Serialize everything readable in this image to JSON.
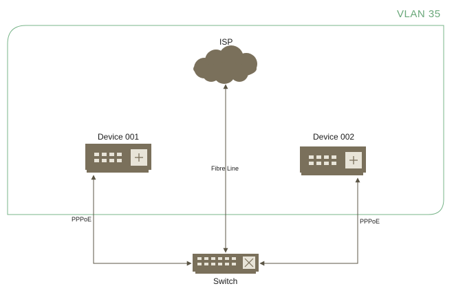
{
  "diagram": {
    "vlan_label": "VLAN 35",
    "isp": {
      "label": "ISP",
      "icon": "cloud-icon"
    },
    "device_001": {
      "label": "Device 001",
      "icon": "router-icon"
    },
    "device_002": {
      "label": "Device 002",
      "icon": "router-icon"
    },
    "switch": {
      "label": "Switch",
      "icon": "switch-icon"
    },
    "connections": [
      {
        "from": "ISP",
        "to": "Switch",
        "label": "Fibre Line"
      },
      {
        "from": "Device 001",
        "to": "Switch",
        "label": "PPPoE"
      },
      {
        "from": "Device 002",
        "to": "Switch",
        "label": "PPPoE"
      }
    ]
  },
  "colors": {
    "vlan_border": "#78b489",
    "vlan_text": "#6aa87a",
    "device_body": "#7a705b",
    "device_highlight": "#e8e4d8",
    "line": "#5b5545"
  }
}
